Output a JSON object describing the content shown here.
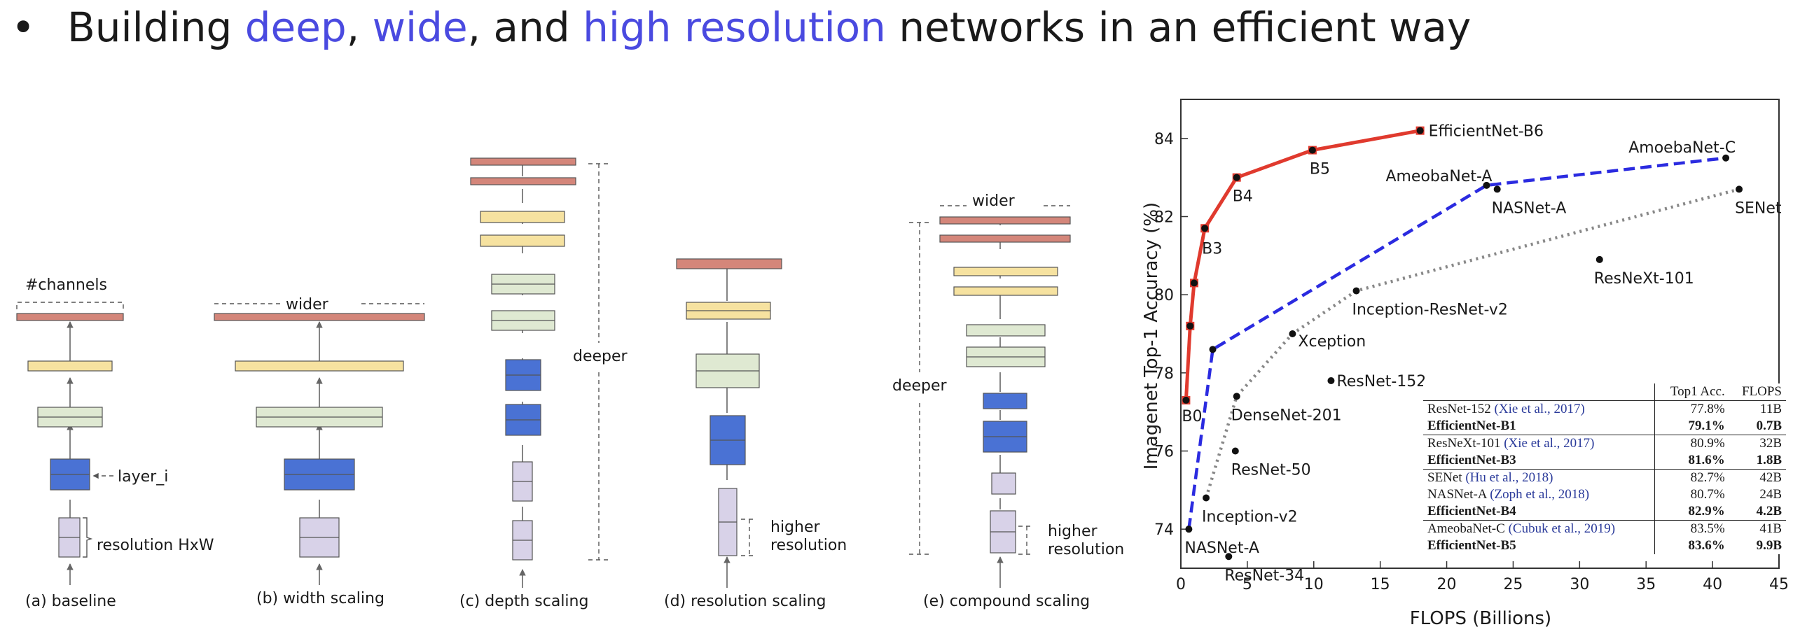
{
  "headline": {
    "bullet": "•",
    "t1": "Building ",
    "h1": "deep",
    "t2": ", ",
    "h2": "wide",
    "t3": ", and ",
    "h3": "high resolution",
    "t4": " networks in an efficient way",
    "highlight_color": "#4a4ae0"
  },
  "diagrams": {
    "baseline": {
      "caption": "(a) baseline",
      "channels": "#channels",
      "layer": "layer_i",
      "resolution": "resolution HxW"
    },
    "width": {
      "caption": "(b) width scaling",
      "wider": "wider"
    },
    "depth": {
      "caption": "(c) depth scaling",
      "deeper": "deeper"
    },
    "resolution": {
      "caption": "(d) resolution scaling",
      "higher": "higher",
      "resolution": "resolution"
    },
    "compound": {
      "caption": "(e) compound scaling",
      "wider": "wider",
      "deeper": "deeper",
      "higher": "higher",
      "resolution": "resolution"
    },
    "colors": {
      "red": "#d4867a",
      "yellow": "#f6e2a0",
      "green": "#dfe9d2",
      "blue": "#4a72d4",
      "lavender": "#d8d2e8"
    }
  },
  "chart_data": {
    "type": "scatter",
    "xlabel": "FLOPS (Billions)",
    "ylabel": "Imagenet Top-1 Accuracy (%)",
    "xlim": [
      0,
      45
    ],
    "ylim": [
      73,
      85
    ],
    "xticks": [
      0,
      5,
      10,
      15,
      20,
      25,
      30,
      35,
      40,
      45
    ],
    "yticks": [
      74,
      76,
      78,
      80,
      82,
      84
    ],
    "series": [
      {
        "name": "EfficientNet",
        "style": "solid",
        "color": "#e03a2e",
        "points": [
          [
            0.39,
            77.3
          ],
          [
            0.7,
            79.2
          ],
          [
            1.0,
            80.3
          ],
          [
            1.8,
            81.7
          ],
          [
            4.2,
            83.0
          ],
          [
            9.9,
            83.7
          ],
          [
            18.0,
            84.2
          ]
        ]
      },
      {
        "style": "dashed",
        "color": "#2b2be0",
        "points": [
          [
            0.6,
            74.0
          ],
          [
            2.4,
            78.6
          ],
          [
            23.0,
            82.8
          ],
          [
            41.0,
            83.5
          ]
        ]
      },
      {
        "style": "dotted",
        "color": "#888888",
        "points": [
          [
            1.9,
            74.8
          ],
          [
            4.2,
            77.4
          ],
          [
            8.4,
            79.0
          ],
          [
            13.2,
            80.1
          ],
          [
            42.0,
            82.7
          ]
        ]
      }
    ],
    "markers": [
      [
        0.39,
        77.3
      ],
      [
        0.7,
        79.2
      ],
      [
        1.0,
        80.3
      ],
      [
        1.8,
        81.7
      ],
      [
        4.2,
        83.0
      ],
      [
        9.9,
        83.7
      ],
      [
        18.0,
        84.2
      ],
      [
        0.6,
        74.0
      ],
      [
        2.4,
        78.6
      ],
      [
        23.0,
        82.8
      ],
      [
        41.0,
        83.5
      ],
      [
        1.9,
        74.8
      ],
      [
        4.2,
        77.4
      ],
      [
        8.4,
        79.0
      ],
      [
        13.2,
        80.1
      ],
      [
        42.0,
        82.7
      ],
      [
        3.6,
        73.3
      ],
      [
        4.1,
        76.0
      ],
      [
        11.3,
        77.8
      ],
      [
        31.5,
        80.9
      ],
      [
        23.8,
        82.7
      ]
    ],
    "labels": [
      {
        "text": "EfficientNet-B6",
        "x": 18.0,
        "y": 84.2,
        "anchor": "start",
        "dx": 12,
        "dy": 8
      },
      {
        "text": "B5",
        "x": 9.9,
        "y": 83.7,
        "anchor": "start",
        "dx": -4,
        "dy": 34
      },
      {
        "text": "B4",
        "x": 4.2,
        "y": 83.0,
        "anchor": "start",
        "dx": -6,
        "dy": 34
      },
      {
        "text": "B3",
        "x": 1.8,
        "y": 81.7,
        "anchor": "start",
        "dx": -4,
        "dy": 36
      },
      {
        "text": "B0",
        "x": 0.39,
        "y": 77.3,
        "anchor": "start",
        "dx": -6,
        "dy": 30
      },
      {
        "text": "AmeobaNet-A",
        "x": 23.0,
        "y": 82.8,
        "anchor": "end",
        "dx": 8,
        "dy": -6
      },
      {
        "text": "NASNet-A",
        "x": 23.8,
        "y": 82.7,
        "anchor": "start",
        "dx": -8,
        "dy": 34
      },
      {
        "text": "AmoebaNet-C",
        "x": 41.0,
        "y": 83.5,
        "anchor": "end",
        "dx": 14,
        "dy": -8
      },
      {
        "text": "SENet",
        "x": 42.0,
        "y": 82.7,
        "anchor": "start",
        "dx": -6,
        "dy": 34
      },
      {
        "text": "ResNeXt-101",
        "x": 31.5,
        "y": 80.9,
        "anchor": "start",
        "dx": -8,
        "dy": 34
      },
      {
        "text": "Inception-ResNet-v2",
        "x": 13.2,
        "y": 80.1,
        "anchor": "start",
        "dx": -6,
        "dy": 34
      },
      {
        "text": "Xception",
        "x": 8.4,
        "y": 79.0,
        "anchor": "start",
        "dx": 8,
        "dy": 18
      },
      {
        "text": "ResNet-152",
        "x": 11.3,
        "y": 77.8,
        "anchor": "start",
        "dx": 8,
        "dy": 8
      },
      {
        "text": "DenseNet-201",
        "x": 4.2,
        "y": 77.4,
        "anchor": "start",
        "dx": -8,
        "dy": 34
      },
      {
        "text": "ResNet-50",
        "x": 4.1,
        "y": 76.0,
        "anchor": "start",
        "dx": -6,
        "dy": 34
      },
      {
        "text": "Inception-v2",
        "x": 1.9,
        "y": 74.8,
        "anchor": "start",
        "dx": -6,
        "dy": 34
      },
      {
        "text": "NASNet-A",
        "x": 0.6,
        "y": 74.0,
        "anchor": "start",
        "dx": -6,
        "dy": 34
      },
      {
        "text": "ResNet-34",
        "x": 3.6,
        "y": 73.3,
        "anchor": "start",
        "dx": -6,
        "dy": 34
      }
    ]
  },
  "table": {
    "header": [
      "",
      "Top1 Acc.",
      "FLOPS"
    ],
    "rows": [
      {
        "model": "ResNet-152 ",
        "cite": "(Xie et al., 2017)",
        "acc": "77.8%",
        "flops": "11B",
        "bold": false,
        "group": true
      },
      {
        "model": "EfficientNet-B1",
        "cite": "",
        "acc": "79.1%",
        "flops": "0.7B",
        "bold": true,
        "group": false
      },
      {
        "model": "ResNeXt-101 ",
        "cite": "(Xie et al., 2017)",
        "acc": "80.9%",
        "flops": "32B",
        "bold": false,
        "group": true
      },
      {
        "model": "EfficientNet-B3",
        "cite": "",
        "acc": "81.6%",
        "flops": "1.8B",
        "bold": true,
        "group": false
      },
      {
        "model": "SENet ",
        "cite": "(Hu et al., 2018)",
        "acc": "82.7%",
        "flops": "42B",
        "bold": false,
        "group": true
      },
      {
        "model": "NASNet-A ",
        "cite": "(Zoph et al., 2018)",
        "acc": "80.7%",
        "flops": "24B",
        "bold": false,
        "group": false
      },
      {
        "model": "EfficientNet-B4",
        "cite": "",
        "acc": "82.9%",
        "flops": "4.2B",
        "bold": true,
        "group": false
      },
      {
        "model": "AmeobaNet-C ",
        "cite": "(Cubuk et al., 2019)",
        "acc": "83.5%",
        "flops": "41B",
        "bold": false,
        "group": true
      },
      {
        "model": "EfficientNet-B5",
        "cite": "",
        "acc": "83.6%",
        "flops": "9.9B",
        "bold": true,
        "group": false
      }
    ]
  }
}
